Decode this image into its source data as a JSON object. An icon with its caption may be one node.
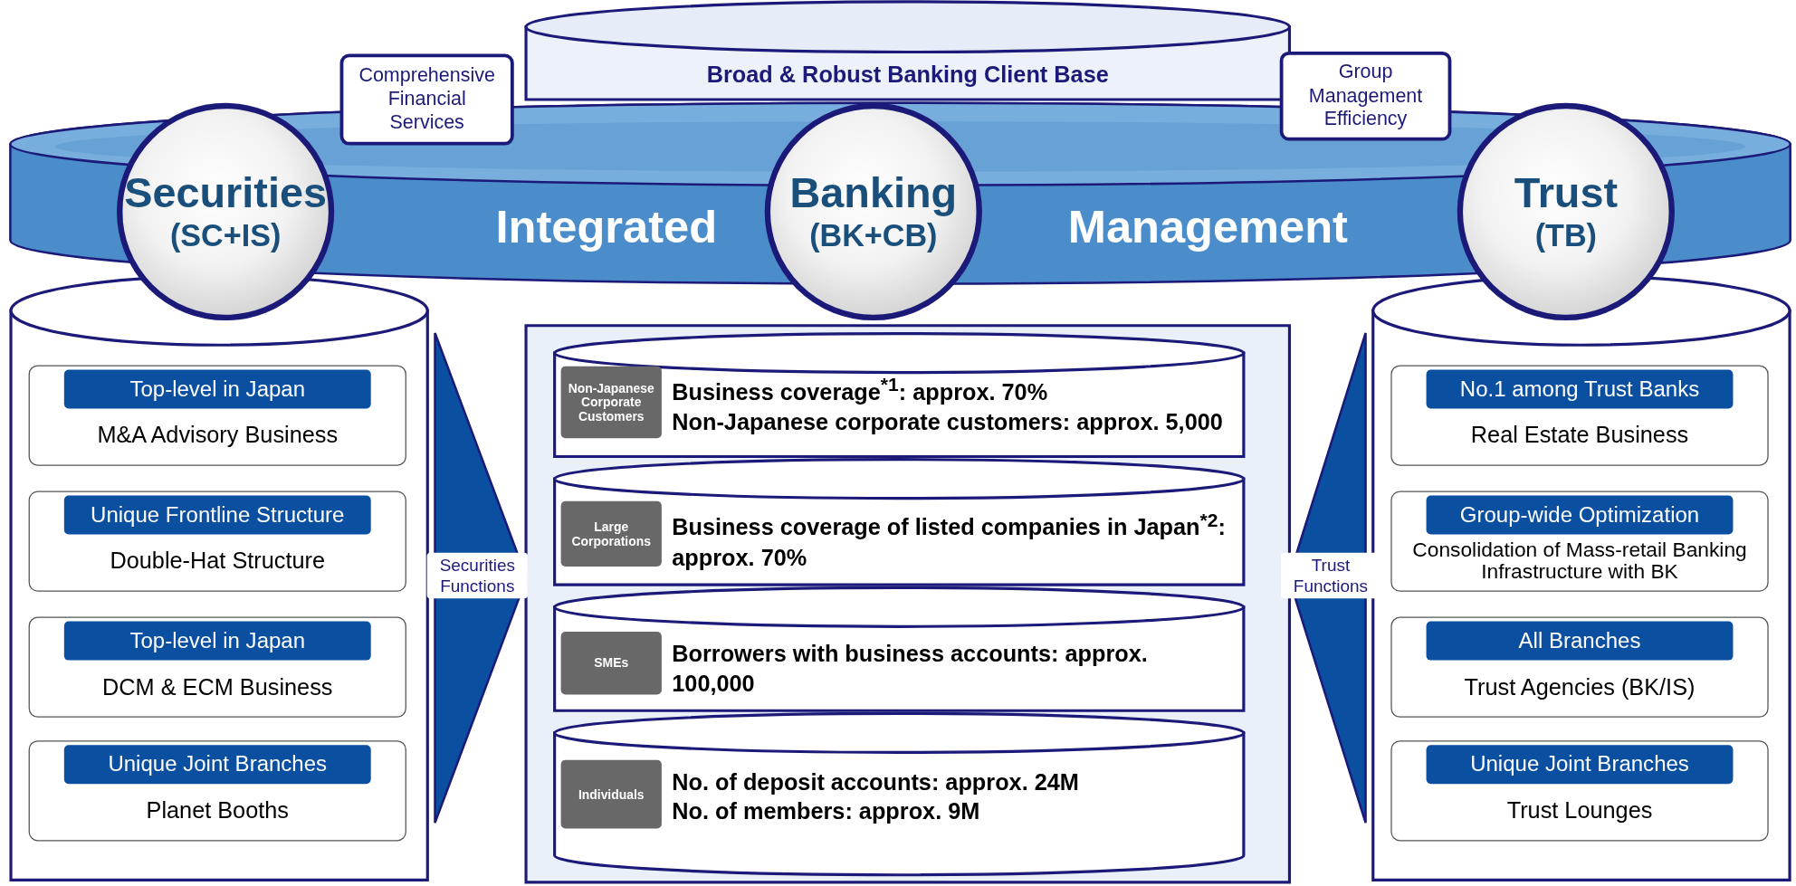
{
  "diagram": {
    "nodes": [
      {
        "text": [
          "Broad & Robust Banking Client Base"
        ]
      },
      {
        "text": [
          "Comprehensive Financial Services"
        ]
      },
      {
        "text": [
          "Group Management Efficiency"
        ]
      },
      {
        "text": [
          "Integrated",
          "Management"
        ]
      },
      {
        "text": [
          "Securities",
          "(SC+IS)"
        ]
      },
      {
        "text": [
          "Banking",
          "(BK+CB)"
        ]
      },
      {
        "text": [
          "Trust",
          "(TB)"
        ]
      },
      {
        "text": [],
        "shape": "cylinder"
      },
      {
        "text": [
          "Top-level in Japan",
          "M&A Advisory Business"
        ],
        "in": 7
      },
      {
        "text": [
          "Unique Frontline Structure",
          "Double-Hat Structure"
        ],
        "in": 7
      },
      {
        "text": [
          "Top-level in Japan",
          "DCM & ECM Business"
        ],
        "in": 7
      },
      {
        "text": [
          "Unique Joint Branches",
          "Planet Booths"
        ],
        "in": 7
      },
      {
        "text": [],
        "shape": "cylinder"
      },
      {
        "text": [
          "Business coverage$^{*1}$: approx. 70%",
          "Non-Japanese corporate customers: approx. 5,000"
        ],
        "in": 12
      },
      {
        "text": [
          "Non-Japanese Corporate Customers"
        ],
        "in": 13
      },
      {
        "text": [
          "Business coverage of listed companies in Japan$^{*2}$: approx. 70%"
        ],
        "in": 12
      },
      {
        "text": [
          "Large Corporations"
        ],
        "in": 15
      },
      {
        "text": [
          "Borrowers with business accounts: approx. 100,000"
        ],
        "in": 12
      },
      {
        "text": [
          "SMEs"
        ],
        "in": 17
      },
      {
        "text": [
          "No. of deposit accounts: approx. 24M",
          "No. of members: approx. 9M"
        ],
        "in": 12
      },
      {
        "text": [
          "Individuals"
        ],
        "in": 19
      },
      {
        "text": [],
        "shape": "cylinder"
      },
      {
        "text": [
          "No.1 among Trust Banks",
          "Real Estate Business"
        ],
        "in": 21
      },
      {
        "text": [
          "Group-wide Optimization",
          "Consolidation of Mass-retail Banking Infrastructure with BK"
        ],
        "in": 21
      },
      {
        "text": [
          "All Branches",
          "Trust Agencies (BK/IS)"
        ],
        "in": 21
      },
      {
        "text": [
          "Unique Joint Branches",
          "Trust Lounges"
        ],
        "in": 21
      }
    ],
    "edges": [
      {
        "from": 7,
        "to": 12,
        "arrow": "to",
        "label": "Securities Functions"
      },
      {
        "from": 21,
        "to": 12,
        "arrow": "to",
        "label": "Trust Functions"
      }
    ]
  }
}
